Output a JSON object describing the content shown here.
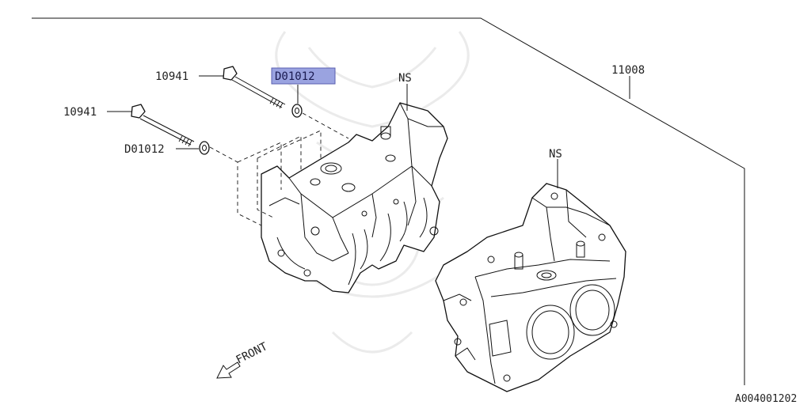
{
  "callouts": {
    "bolt_upper": "10941",
    "bolt_lower": "10941",
    "washer_upper": "D01012",
    "washer_lower": "D01012",
    "ns_left": "NS",
    "ns_right": "NS",
    "assembly": "11008"
  },
  "direction": {
    "front": "FRONT"
  },
  "reference_code": "A004001202",
  "colors": {
    "highlight_fill": "#9aa3e0",
    "highlight_border": "#5a5fb0",
    "line": "#111111",
    "watermark": "#e9e9e9"
  }
}
